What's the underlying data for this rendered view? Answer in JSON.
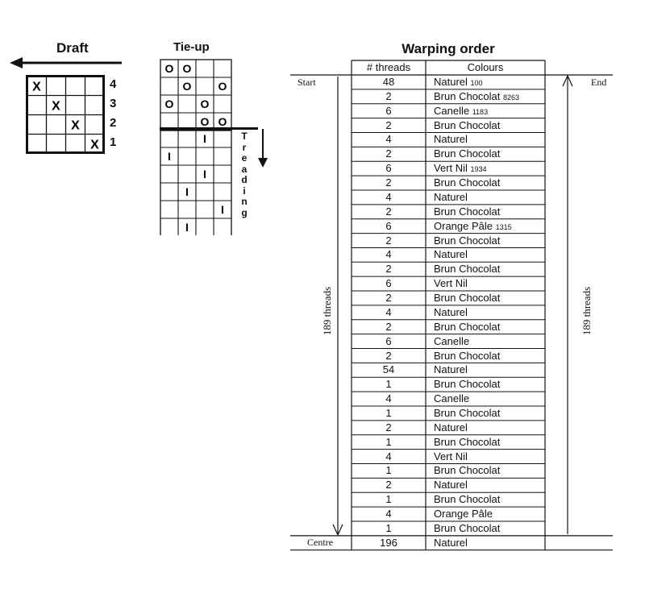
{
  "draft": {
    "title": "Draft",
    "row_labels": [
      "4",
      "3",
      "2",
      "1"
    ],
    "cell_mark": "X",
    "marks": [
      [
        0,
        0
      ],
      [
        1,
        1
      ],
      [
        2,
        2
      ],
      [
        3,
        3
      ]
    ]
  },
  "tieup": {
    "title": "Tie-up",
    "mark": "O",
    "rows": [
      [
        1,
        1,
        0,
        0
      ],
      [
        0,
        1,
        0,
        1
      ],
      [
        1,
        0,
        1,
        0
      ],
      [
        0,
        0,
        1,
        1
      ]
    ]
  },
  "treading": {
    "label": "Treading",
    "mark": "I",
    "columns": [
      2,
      0,
      2,
      1,
      3,
      1
    ]
  },
  "warping": {
    "title": "Warping order",
    "header_threads": "# threads",
    "header_colours": "Colours",
    "start_label": "Start",
    "end_label": "End",
    "centre_label": "Centre",
    "left_total_label": "189 threads",
    "right_total_label": "189 threads",
    "rows": [
      {
        "n": "48",
        "c": "Naturel",
        "code": "100"
      },
      {
        "n": "2",
        "c": "Brun Chocolat",
        "code": "8263"
      },
      {
        "n": "6",
        "c": "Canelle",
        "code": "1183"
      },
      {
        "n": "2",
        "c": "Brun Chocolat",
        "code": ""
      },
      {
        "n": "4",
        "c": "Naturel",
        "code": ""
      },
      {
        "n": "2",
        "c": "Brun Chocolat",
        "code": ""
      },
      {
        "n": "6",
        "c": "Vert Nil",
        "code": "1934"
      },
      {
        "n": "2",
        "c": "Brun Chocolat",
        "code": ""
      },
      {
        "n": "4",
        "c": "Naturel",
        "code": ""
      },
      {
        "n": "2",
        "c": "Brun Chocolat",
        "code": ""
      },
      {
        "n": "6",
        "c": "Orange Pâle",
        "code": "1315"
      },
      {
        "n": "2",
        "c": "Brun Chocolat",
        "code": ""
      },
      {
        "n": "4",
        "c": "Naturel",
        "code": ""
      },
      {
        "n": "2",
        "c": "Brun Chocolat",
        "code": ""
      },
      {
        "n": "6",
        "c": "Vert Nil",
        "code": ""
      },
      {
        "n": "2",
        "c": "Brun Chocolat",
        "code": ""
      },
      {
        "n": "4",
        "c": "Naturel",
        "code": ""
      },
      {
        "n": "2",
        "c": "Brun Chocolat",
        "code": ""
      },
      {
        "n": "6",
        "c": "Canelle",
        "code": ""
      },
      {
        "n": "2",
        "c": "Brun Chocolat",
        "code": ""
      },
      {
        "n": "54",
        "c": "Naturel",
        "code": ""
      },
      {
        "n": "1",
        "c": "Brun Chocolat",
        "code": ""
      },
      {
        "n": "4",
        "c": "Canelle",
        "code": ""
      },
      {
        "n": "1",
        "c": "Brun Chocolat",
        "code": ""
      },
      {
        "n": "2",
        "c": "Naturel",
        "code": ""
      },
      {
        "n": "1",
        "c": "Brun Chocolat",
        "code": ""
      },
      {
        "n": "4",
        "c": "Vert Nil",
        "code": ""
      },
      {
        "n": "1",
        "c": "Brun Chocolat",
        "code": ""
      },
      {
        "n": "2",
        "c": "Naturel",
        "code": ""
      },
      {
        "n": "1",
        "c": "Brun Chocolat",
        "code": ""
      },
      {
        "n": "4",
        "c": "Orange Pâle",
        "code": ""
      },
      {
        "n": "1",
        "c": "Brun Chocolat",
        "code": ""
      }
    ],
    "centre_row": {
      "n": "196",
      "c": "Naturel"
    }
  }
}
